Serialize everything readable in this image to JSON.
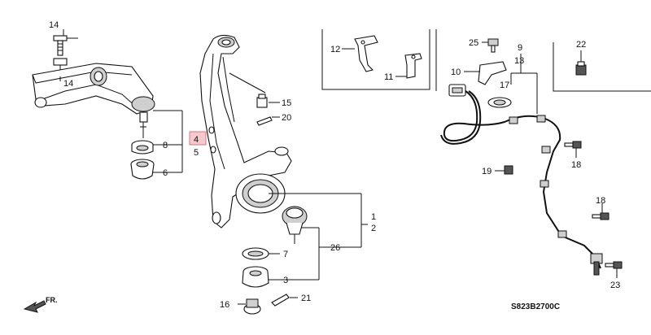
{
  "diagram_code": "S823B2700C",
  "direction_label": "FR.",
  "callouts": [
    "14",
    "14",
    "8",
    "6",
    "4",
    "5",
    "12",
    "11",
    "15",
    "20",
    "25",
    "10",
    "9",
    "13",
    "17",
    "22",
    "19",
    "18",
    "1",
    "2",
    "26",
    "7",
    "3",
    "16",
    "21",
    "18",
    "23"
  ],
  "highlighted_callout": "4"
}
